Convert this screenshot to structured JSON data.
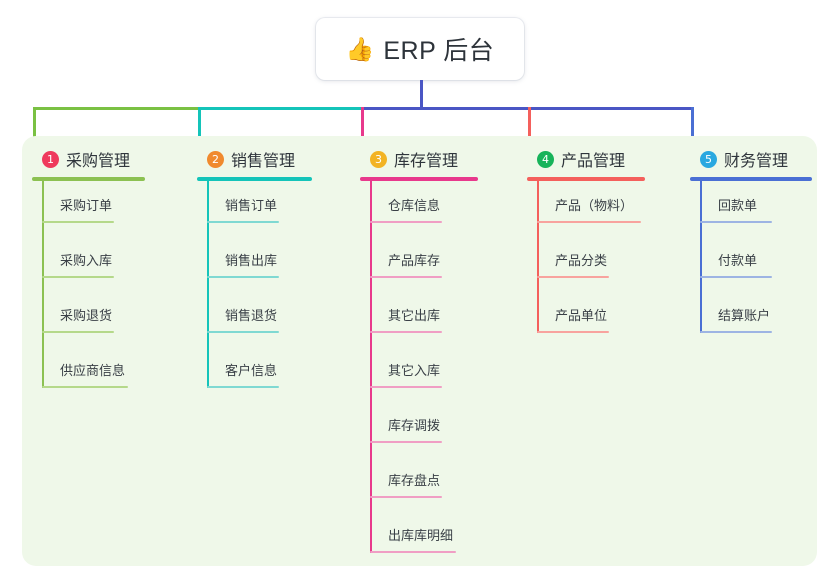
{
  "root": {
    "emoji": "👍",
    "emoji_name": "thumbs-up-icon",
    "label": "ERP 后台"
  },
  "palette": {
    "panel_bg": "#eff8e9",
    "page_bg": "#ffffff",
    "text": "#2f353c"
  },
  "connectors": {
    "trunk_color": "#4a56c4",
    "segments": [
      {
        "color": "#7ac143",
        "from": "col1",
        "to": "col2"
      },
      {
        "color": "#14c4b9",
        "from": "col2",
        "to": "col3"
      },
      {
        "color": "#4a56c4",
        "from": "col3",
        "to": "col5"
      }
    ],
    "drops": [
      {
        "color": "#7ac143"
      },
      {
        "color": "#14c4b9"
      },
      {
        "color": "#e8398c"
      },
      {
        "color": "#f4605c"
      },
      {
        "color": "#4a6fd4"
      }
    ]
  },
  "columns": [
    {
      "number": "1",
      "badge_color": "#ef3a5d",
      "line_color": "#8cc152",
      "item_line_color": "#b5d98a",
      "title": "采购管理",
      "head_rule_width": 113,
      "items": [
        {
          "label": "采购订单",
          "rule_width": 72
        },
        {
          "label": "采购入库",
          "rule_width": 72
        },
        {
          "label": "采购退货",
          "rule_width": 72
        },
        {
          "label": "供应商信息",
          "rule_width": 86
        }
      ]
    },
    {
      "number": "2",
      "badge_color": "#f08a2e",
      "line_color": "#14c4b9",
      "item_line_color": "#7fd9d2",
      "title": "销售管理",
      "head_rule_width": 115,
      "items": [
        {
          "label": "销售订单",
          "rule_width": 72
        },
        {
          "label": "销售出库",
          "rule_width": 72
        },
        {
          "label": "销售退货",
          "rule_width": 72
        },
        {
          "label": "客户信息",
          "rule_width": 72
        }
      ]
    },
    {
      "number": "3",
      "badge_color": "#f2b324",
      "line_color": "#e8398c",
      "item_line_color": "#f09ec4",
      "title": "库存管理",
      "head_rule_width": 118,
      "items": [
        {
          "label": "仓库信息",
          "rule_width": 72
        },
        {
          "label": "产品库存",
          "rule_width": 72
        },
        {
          "label": "其它出库",
          "rule_width": 72
        },
        {
          "label": "其它入库",
          "rule_width": 72
        },
        {
          "label": "库存调拨",
          "rule_width": 72
        },
        {
          "label": "库存盘点",
          "rule_width": 72
        },
        {
          "label": "出库库明细",
          "rule_width": 86
        }
      ]
    },
    {
      "number": "4",
      "badge_color": "#17b35a",
      "line_color": "#f4605c",
      "item_line_color": "#f8a39e",
      "title": "产品管理",
      "head_rule_width": 118,
      "items": [
        {
          "label": "产品（物料）",
          "rule_width": 104
        },
        {
          "label": "产品分类",
          "rule_width": 72
        },
        {
          "label": "产品单位",
          "rule_width": 72
        }
      ]
    },
    {
      "number": "5",
      "badge_color": "#29a8e0",
      "line_color": "#4a6fd4",
      "item_line_color": "#9db4e3",
      "title": "财务管理",
      "head_rule_width": 122,
      "items": [
        {
          "label": "回款单",
          "rule_width": 72
        },
        {
          "label": "付款单",
          "rule_width": 72
        },
        {
          "label": "结算账户",
          "rule_width": 72
        }
      ]
    }
  ]
}
